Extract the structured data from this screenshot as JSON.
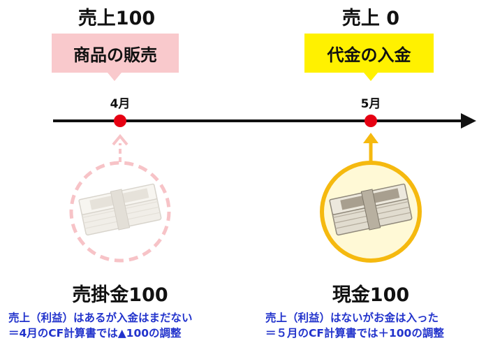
{
  "left": {
    "sales": "売上100",
    "callout": "商品の販売",
    "month": "4月",
    "asset": "売掛金100",
    "note_line1": "売上（利益）はあるが入金はまだない",
    "note_line2": "＝4月のCF計算書では▲100の調整",
    "callout_color": "#f9c9cc",
    "circle_color": "#f7c3c7"
  },
  "right": {
    "sales": "売上 0",
    "callout": "代金の入金",
    "month": "5月",
    "asset": "現金100",
    "note_line1": "売上（利益）はないがお金は入った",
    "note_line2": "＝５月のCF計算書では＋100の調整",
    "callout_color": "#fff100",
    "circle_color": "#f5b90f"
  },
  "colors": {
    "timeline": "#111111",
    "point": "#e60012",
    "note_text": "#2233cc"
  }
}
